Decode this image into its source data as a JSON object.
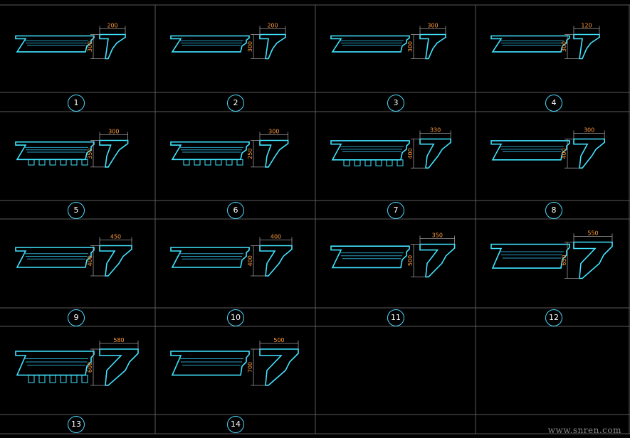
{
  "colors": {
    "background": "#000000",
    "grid": "#5a5a5a",
    "profile": "#41e4ff",
    "dimension": "#9a9a9a",
    "dim_text": "#ff9a3c",
    "label_ring": "#4dd8ff"
  },
  "watermark": "www.snren.com",
  "panels": [
    {
      "label": "1",
      "width_dim": "200",
      "height_dim": "300"
    },
    {
      "label": "2",
      "width_dim": "200",
      "height_dim": "300"
    },
    {
      "label": "3",
      "width_dim": "300",
      "height_dim": "300"
    },
    {
      "label": "4",
      "width_dim": "120",
      "height_dim": "300"
    },
    {
      "label": "5",
      "width_dim": "300",
      "height_dim": "350"
    },
    {
      "label": "6",
      "width_dim": "300",
      "height_dim": "250"
    },
    {
      "label": "7",
      "width_dim": "330",
      "height_dim": "400"
    },
    {
      "label": "8",
      "width_dim": "300",
      "height_dim": "400"
    },
    {
      "label": "9",
      "width_dim": "450",
      "height_dim": "400"
    },
    {
      "label": "10",
      "width_dim": "400",
      "height_dim": "400"
    },
    {
      "label": "11",
      "width_dim": "350",
      "height_dim": "500"
    },
    {
      "label": "12",
      "width_dim": "550",
      "height_dim": "650"
    },
    {
      "label": "13",
      "width_dim": "580",
      "height_dim": "600"
    },
    {
      "label": "14",
      "width_dim": "500",
      "height_dim": "700"
    }
  ]
}
